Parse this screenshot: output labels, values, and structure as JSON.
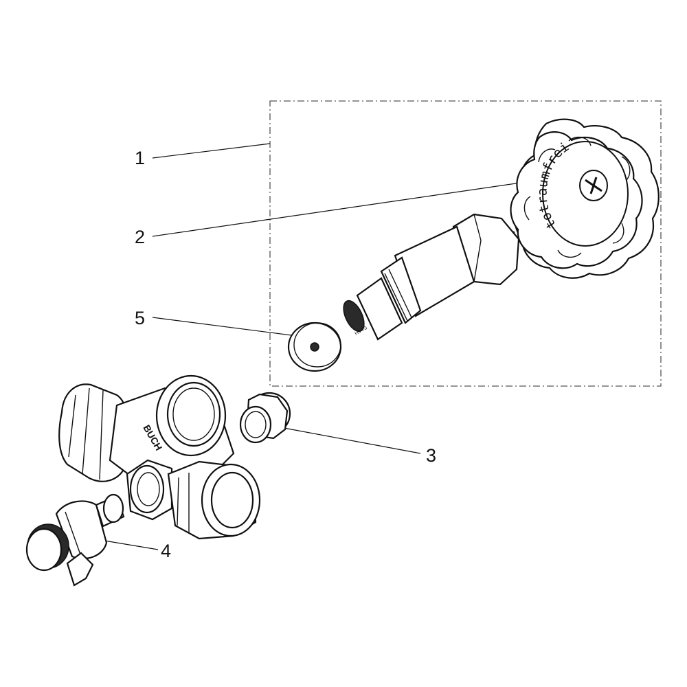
{
  "callouts": [
    {
      "id": "1",
      "label": "1"
    },
    {
      "id": "2",
      "label": "2"
    },
    {
      "id": "3",
      "label": "3"
    },
    {
      "id": "4",
      "label": "4"
    },
    {
      "id": "5",
      "label": "5"
    }
  ],
  "handwheel": {
    "ring_text": "totraumfrei"
  },
  "valve_body": {
    "brand_text": "BUCH"
  },
  "spindle": {
    "marking": "H5 TS"
  }
}
